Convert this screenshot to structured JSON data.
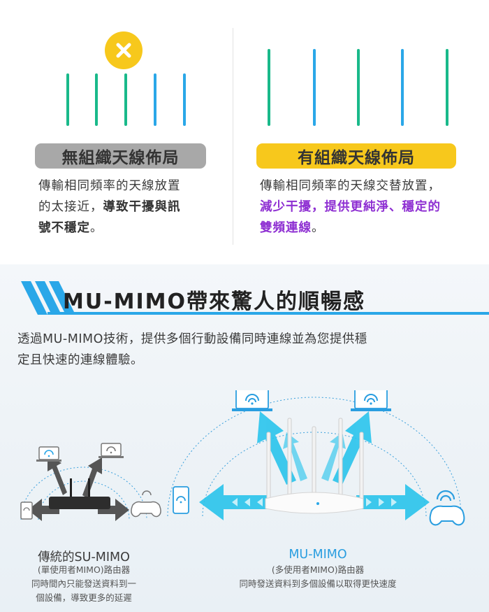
{
  "left_panel": {
    "badge_icon": "close-icon",
    "title": "無組織天線佈局",
    "desc_line1": "傳輸相同頻率的天線放置",
    "desc_line2_prefix": "的太接近，",
    "desc_line2_bold": "導致干擾與訊",
    "desc_line3_bold": "號不穩定",
    "desc_line3_suffix": "。"
  },
  "right_panel": {
    "title": "有組織天線佈局",
    "desc_line1": "傳輸相同頻率的天線交替放置，",
    "desc_line2_highlight": "減少干擾，提供更純淨、穩定的",
    "desc_line3_highlight": "雙頻連線",
    "desc_line3_suffix": "。"
  },
  "section": {
    "headline": "MU-MIMO帶來驚人的順暢感",
    "intro_line1": "透過MU-MIMO技術，提供多個行動設備同時連線並為您提供穩",
    "intro_line2": "定且快速的連線體驗。"
  },
  "su_mimo": {
    "title": "傳統的SU-MIMO",
    "sub1": "(單使用者MIMO)路由器",
    "sub2": "同時間內只能發送資料到一",
    "sub3": "個設備，導致更多的延遲"
  },
  "mu_mimo": {
    "title": "MU-MIMO",
    "sub1": "(多使用者MIMO)路由器",
    "sub2": "同時發送資料到多個設備以取得更快速度"
  },
  "colors": {
    "antenna_green": "#19b98a",
    "antenna_blue": "#2aa7e8",
    "badge_yellow": "#f7c81c",
    "pill_gray": "#a8a8a8",
    "highlight_purple": "#8e2fd2",
    "mu_blue": "#2a9ee0",
    "arrow_cyan": "#29c4ec"
  }
}
